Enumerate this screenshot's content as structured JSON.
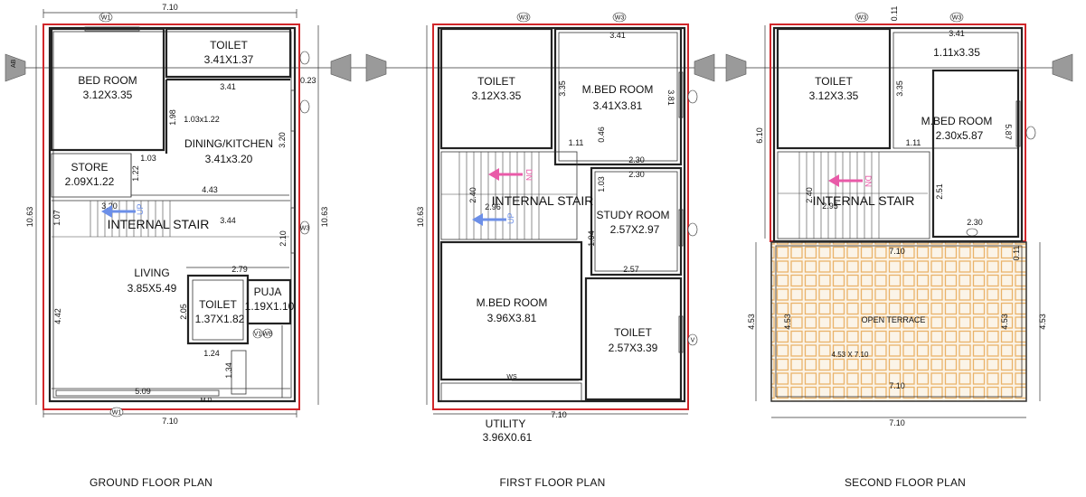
{
  "captions": {
    "ground": "GROUND FLOOR PLAN",
    "first": "FIRST FLOOR PLAN",
    "second": "SECOND FLOOR PLAN"
  },
  "tags": {
    "w1": "W1",
    "w3": "W3",
    "w2": "W2",
    "v": "V",
    "v1": "V1",
    "wb": "WB",
    "ws": "WS",
    "md": "M.D",
    "ab": "AB"
  },
  "ground": {
    "rooms": {
      "bed_name": "BED ROOM",
      "bed_size": "3.12X3.35",
      "toilet_name": "TOILET",
      "toilet_size": "3.41X1.37",
      "dining_name": "DINING/KITCHEN",
      "dining_size": "3.41x3.20",
      "store_name": "STORE",
      "store_size": "2.09X1.22",
      "stair_name": "INTERNAL STAIR",
      "living_name": "LIVING",
      "living_size": "3.85X5.49",
      "toilet2_name": "TOILET",
      "toilet2_size": "1.37X1.82",
      "puja_name": "PUJA",
      "puja_size": "1.19X1.10"
    },
    "dims": {
      "top": "7.10",
      "bottom": "7.10",
      "left": "10.63",
      "right": "10.63",
      "d341": "3.41",
      "d023": "0.23",
      "d103x122": "1.03x1.22",
      "d198": "1.98",
      "d320v": "3.20",
      "d103": "1.03",
      "d122": "1.22",
      "d443": "4.43",
      "d320h": "3.20",
      "d107": "1.07",
      "d344": "3.44",
      "d210": "2.10",
      "d279": "2.79",
      "d442": "4.42",
      "d205": "2.05",
      "d124": "1.24",
      "d134": "1.34",
      "d509": "5.09",
      "up": "UP"
    }
  },
  "first": {
    "rooms": {
      "toilet_name": "TOILET",
      "toilet_size": "3.12X3.35",
      "mbed_name": "M.BED ROOM",
      "mbed_size": "3.41X3.81",
      "stair_name": "INTERNAL STAIR",
      "study_name": "STUDY ROOM",
      "study_size": "2.57X2.97",
      "mbed2_name": "M.BED ROOM",
      "mbed2_size": "3.96X3.81",
      "toilet2_name": "TOILET",
      "toilet2_size": "2.57X3.39",
      "utility_name": "UTILITY",
      "utility_size": "3.96X0.61"
    },
    "dims": {
      "left": "10.63",
      "bottom": "7.10",
      "d341": "3.41",
      "d335": "3.35",
      "d381": "3.81",
      "d111": "1.11",
      "d046": "0.46",
      "d230a": "2.30",
      "d230b": "2.30",
      "d103": "1.03",
      "d240": "2.40",
      "d296": "2.96",
      "d194": "1.94",
      "d257": "2.57",
      "dn": "DN",
      "up": "UP"
    }
  },
  "second": {
    "rooms": {
      "toilet_name": "TOILET",
      "toilet_size": "3.12X3.35",
      "mbed_name": "M.BED ROOM",
      "mbed_size": "2.30x5.87",
      "top_size": "1.11x3.35",
      "stair_name": "INTERNAL STAIR",
      "terrace_name": "OPEN TERRACE",
      "terrace_size": "4.53 X 7.10"
    },
    "dims": {
      "d341": "3.41",
      "d011a": "0.11",
      "d610": "6.10",
      "d335": "3.35",
      "d587": "5.87",
      "d111": "1.11",
      "d240": "2.40",
      "d295": "2.95",
      "d251": "2.51",
      "d230": "2.30",
      "d710a": "7.10",
      "d011b": "0.11",
      "d453a": "4.53",
      "d453b": "4.53",
      "d453c": "4.53",
      "d453d": "4.53",
      "d710b": "7.10",
      "d710c": "7.10",
      "dn": "DN"
    }
  },
  "colors": {
    "outline": "#d0262a",
    "arrow_down": "#e95aa8",
    "arrow_up": "#6c8fe8",
    "terrace": "#f0c48a"
  }
}
